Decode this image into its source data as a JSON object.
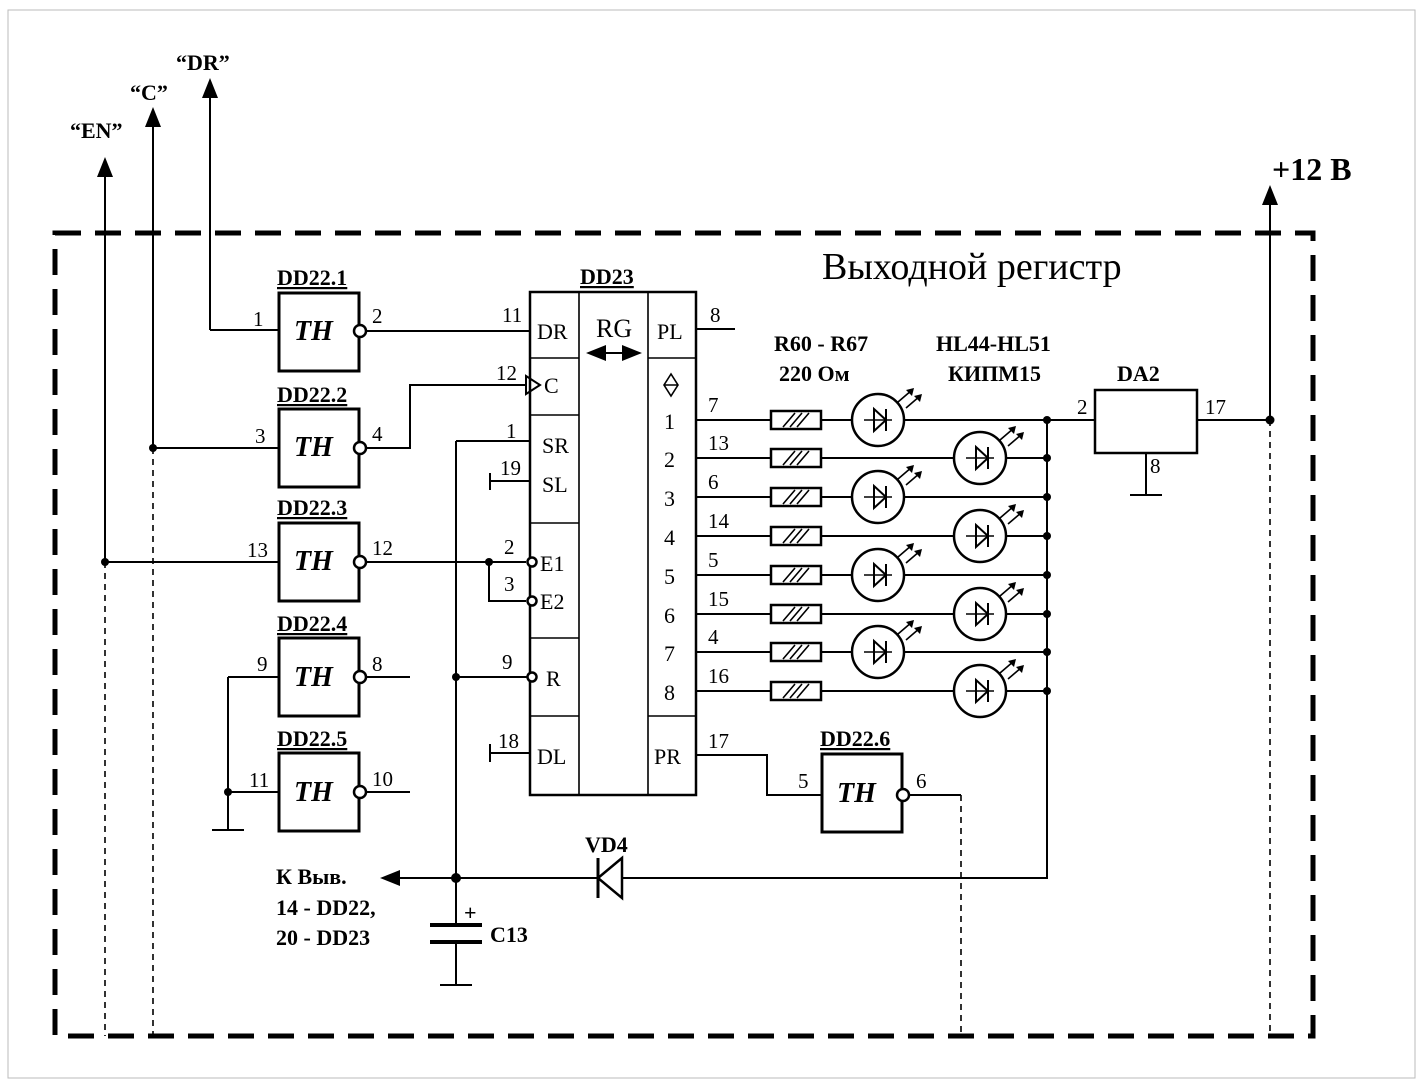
{
  "title": "Выходной  регистр",
  "signals": {
    "dr": "“DR”",
    "c": "“C”",
    "en": "“EN”",
    "vplus": "+12 В"
  },
  "gates": [
    {
      "name": "DD22.1",
      "type": "TH",
      "in": "1",
      "out": "2"
    },
    {
      "name": "DD22.2",
      "type": "TH",
      "in": "3",
      "out": "4"
    },
    {
      "name": "DD22.3",
      "type": "TH",
      "in": "13",
      "out": "12"
    },
    {
      "name": "DD22.4",
      "type": "TH",
      "in": "9",
      "out": "8"
    },
    {
      "name": "DD22.5",
      "type": "TH",
      "in": "11",
      "out": "10"
    },
    {
      "name": "DD22.6",
      "type": "TH",
      "in": "5",
      "out": "6"
    }
  ],
  "register": {
    "name": "DD23",
    "center": "RG",
    "left_pins": [
      {
        "label": "DR",
        "num": "11"
      },
      {
        "label": "C",
        "num": "12"
      },
      {
        "label": "SR",
        "num": "1"
      },
      {
        "label": "SL",
        "num": "19"
      },
      {
        "label": "E1",
        "num": "2"
      },
      {
        "label": "E2",
        "num": "3"
      },
      {
        "label": "R",
        "num": "9"
      },
      {
        "label": "DL",
        "num": "18"
      }
    ],
    "right_top": {
      "label": "PL",
      "num": "8"
    },
    "right_bottom": {
      "label": "PR",
      "num": "17"
    },
    "outputs": [
      {
        "label": "1",
        "num": "7"
      },
      {
        "label": "2",
        "num": "13"
      },
      {
        "label": "3",
        "num": "6"
      },
      {
        "label": "4",
        "num": "14"
      },
      {
        "label": "5",
        "num": "5"
      },
      {
        "label": "6",
        "num": "15"
      },
      {
        "label": "7",
        "num": "4"
      },
      {
        "label": "8",
        "num": "16"
      }
    ]
  },
  "resistors": {
    "label": "R60 - R67",
    "value": "220  Ом"
  },
  "leds": {
    "label": "HL44-HL51",
    "type": "КИПМ15"
  },
  "regulator": {
    "name": "DA2",
    "in_pin": "2",
    "out_pin": "17",
    "gnd_pin": "8"
  },
  "diode": {
    "name": "VD4"
  },
  "capacitor": {
    "name": "C13",
    "polarity": "+"
  },
  "power_note": [
    "К Выв.",
    "14 - DD22,",
    "20 - DD23"
  ]
}
